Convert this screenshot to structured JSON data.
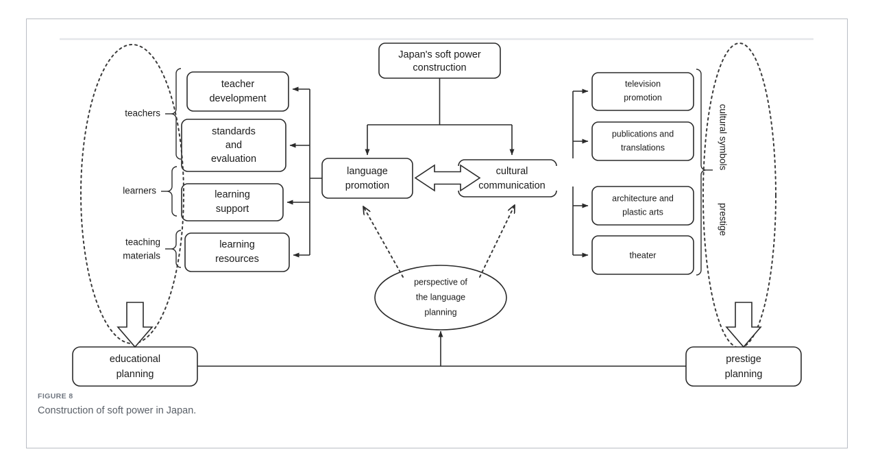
{
  "figure": {
    "label": "FIGURE 8",
    "caption": "Construction of soft power in Japan."
  },
  "diagram": {
    "title": "Construction of soft power in Japan",
    "root": {
      "label_line1": "Japan's soft power",
      "label_line2": "construction"
    },
    "pillars": {
      "left": {
        "label_line1": "language",
        "label_line2": "promotion"
      },
      "right": {
        "label_line1": "cultural",
        "label_line2": "communication"
      }
    },
    "education_nodes": [
      {
        "line1": "teacher",
        "line2": "development"
      },
      {
        "line1": "standards",
        "line2": "and",
        "line3": "evaluation"
      },
      {
        "line1": "learning",
        "line2": "support"
      },
      {
        "line1": "learning",
        "line2": "resources"
      }
    ],
    "education_groups": [
      {
        "line1": "teachers"
      },
      {
        "line1": "learners"
      },
      {
        "line1": "teaching",
        "line2": "materials"
      }
    ],
    "culture_nodes": [
      {
        "line1": "television",
        "line2": "promotion"
      },
      {
        "line1": "publications and",
        "line2": "translations"
      },
      {
        "line1": "architecture and",
        "line2": "plastic arts"
      },
      {
        "line1": "theater"
      }
    ],
    "culture_groups": [
      {
        "label": "cultural symbols"
      },
      {
        "label": "prestige"
      }
    ],
    "perspective": {
      "line1": "perspective of",
      "line2": "the language",
      "line3": "planning"
    },
    "planning": {
      "left": {
        "line1": "educational",
        "line2": "planning"
      },
      "right": {
        "line1": "prestige",
        "line2": "planning"
      }
    }
  },
  "colors": {
    "stroke": "#2a2a2a",
    "frame": "#b9bdc4",
    "caption_label": "#6f7680",
    "caption_text": "#5a6068",
    "rule": "#e4e6e9"
  }
}
